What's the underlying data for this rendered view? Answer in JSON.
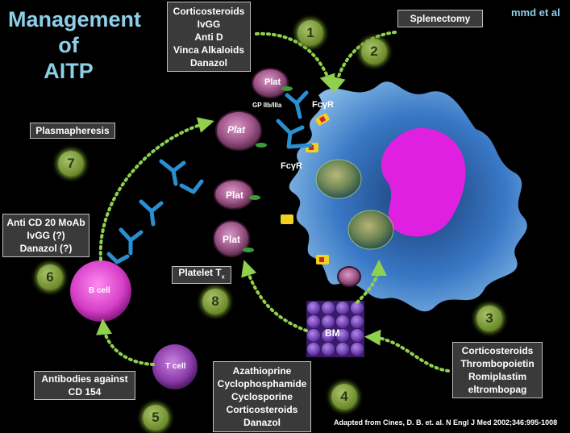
{
  "title": {
    "line1": "Management",
    "line2": "of",
    "line3": "AITP"
  },
  "author": "mmd et al",
  "boxes": {
    "treatment1": [
      "Corticosteroids",
      "IvGG",
      "Anti D",
      "Vinca Alkaloids",
      "Danazol"
    ],
    "splenectomy": "Splenectomy",
    "plasmapheresis": "Plasmapheresis",
    "anti_cd20": [
      "Anti CD 20 MoAb",
      "IvGG (?)",
      "Danazol (?)"
    ],
    "platelet_tx": "Platelet T",
    "platelet_tx_sub": "x",
    "antibodies_cd154": [
      "Antibodies against",
      "CD 154"
    ],
    "immunosuppressants": [
      "Azathioprine",
      "Cyclophosphamide",
      "Cyclosporine",
      "Corticosteroids",
      "Danazol"
    ],
    "tpo": [
      "Corticosteroids",
      "Thrombopoietin",
      "Romiplastim",
      "eltrombopag"
    ]
  },
  "numbers": [
    "1",
    "2",
    "3",
    "4",
    "5",
    "6",
    "7",
    "8"
  ],
  "labels": {
    "plat": "Plat",
    "gp": "GP IIb/IIIa",
    "fcyr": "FcγR",
    "b_cell": "B cell",
    "t_cell": "T cell",
    "bm": "BM"
  },
  "credit": "Adapted from Cines, D. B. et. al. N Engl J Med 2002;346:995-1008",
  "colors": {
    "title": "#8ecfe8",
    "arrow": "#8fd14f",
    "macrophage": "#5aa0e0",
    "nucleus": "#e020e0",
    "platelet": "#b06a9c",
    "antibody": "#2a8fd0",
    "receptor": "#f0d020",
    "b_cell": "#e060d0",
    "t_cell": "#9a4ab0",
    "marrow": "#8a55c0"
  }
}
